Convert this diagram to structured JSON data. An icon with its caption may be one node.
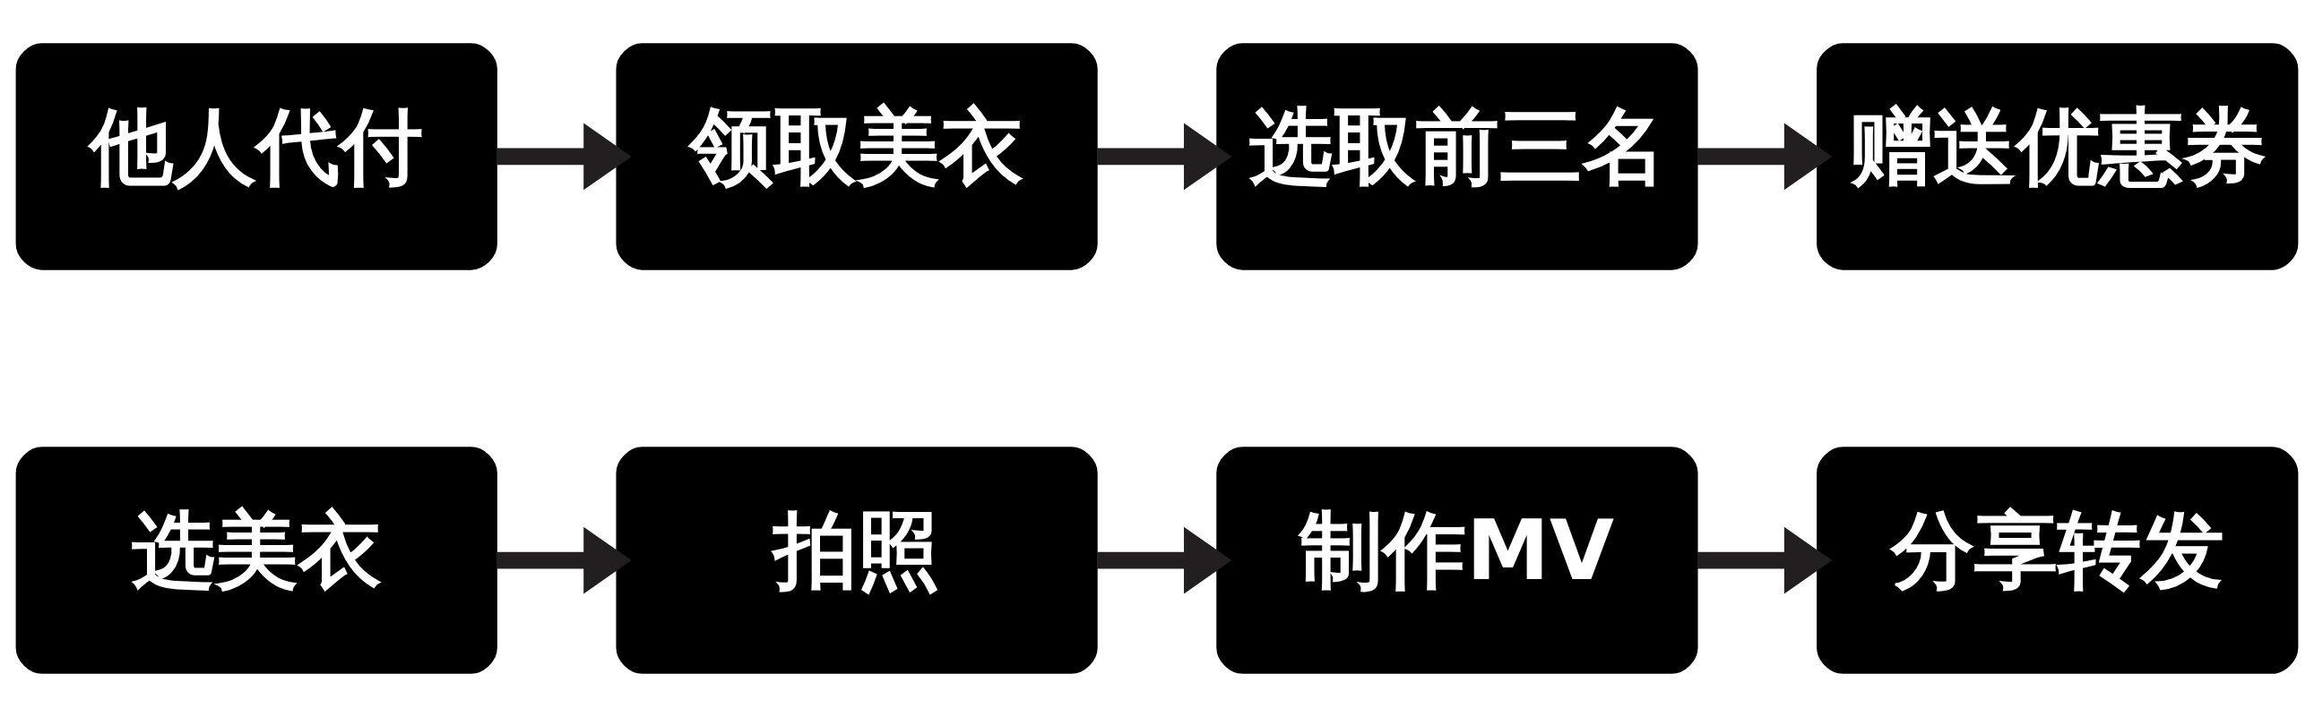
{
  "diagram": {
    "nodes": [
      {
        "text": [
          "选美衣"
        ]
      },
      {
        "text": [
          "拍照"
        ]
      },
      {
        "text": [
          "制作MV"
        ]
      },
      {
        "text": [
          "分享转发"
        ]
      },
      {
        "text": [
          "他人代付"
        ]
      },
      {
        "text": [
          "领取美衣"
        ]
      },
      {
        "text": [
          "选取前三名"
        ]
      },
      {
        "text": [
          "赠送优惠券"
        ]
      }
    ],
    "edges": [
      {
        "from": 0,
        "to": 1,
        "arrow": "to"
      },
      {
        "from": 1,
        "to": 2,
        "arrow": "to"
      },
      {
        "from": 2,
        "to": 3,
        "arrow": "to"
      },
      {
        "from": 4,
        "to": 5,
        "arrow": "to"
      },
      {
        "from": 5,
        "to": 6,
        "arrow": "to"
      },
      {
        "from": 6,
        "to": 7,
        "arrow": "to"
      }
    ]
  }
}
